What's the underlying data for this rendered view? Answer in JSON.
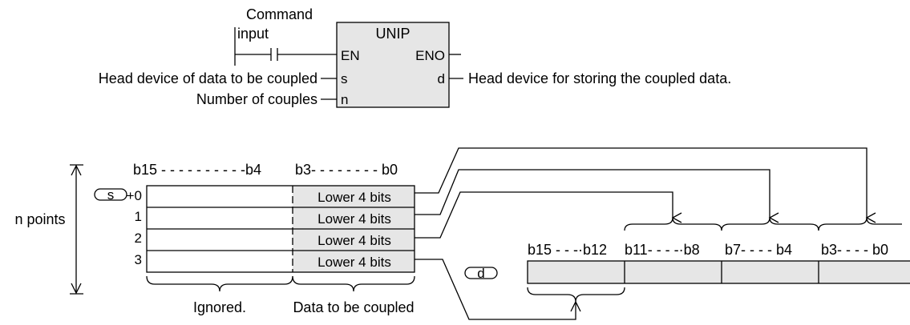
{
  "function_block": {
    "name": "UNIP",
    "command_input_line1": "Command",
    "command_input_line2": "input",
    "pin_en": "EN",
    "pin_eno": "ENO",
    "pin_s": "s",
    "pin_d": "d",
    "pin_n": "n",
    "label_s": "Head device of data to be coupled",
    "label_d": "Head device for storing the coupled data.",
    "label_n": "Number of couples"
  },
  "source": {
    "operand": "s",
    "bits_high": "b15 - - - - - - - - - -b4",
    "bits_low": "b3- - - - - - - -  b0",
    "rows": [
      "+0",
      "1",
      "2",
      "3"
    ],
    "cell_text": "Lower 4 bits",
    "n_points": "n points",
    "ignored": "Ignored.",
    "coupled": "Data to be coupled"
  },
  "dest": {
    "operand": "d",
    "bits": [
      "b15 - - -·b12",
      "b11- - - -·b8",
      "b7- - - -  b4",
      "b3- - - -  b0"
    ]
  },
  "colors": {
    "shaded": "#e6e6e6",
    "line": "#000000"
  }
}
